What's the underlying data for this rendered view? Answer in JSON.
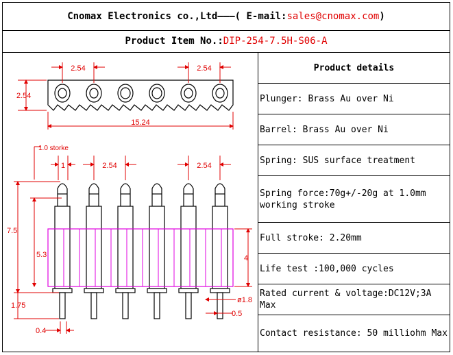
{
  "header": {
    "company": "Cnomax Electronics co.,Ltd",
    "dash": "———( E-mail: ",
    "email": "sales@cnomax.com",
    "close": ")"
  },
  "item": {
    "label": "Product Item No.: ",
    "number": "DIP-254-7.5H-S06-A"
  },
  "details": {
    "title": "Product details",
    "rows": [
      "Plunger: Brass Au over Ni",
      "Barrel: Brass Au over Ni",
      "Spring: SUS surface treatment",
      "Spring force:70g+/-20g at 1.0mm working stroke",
      "Full stroke: 2.20mm",
      "Life test :100,000 cycles",
      "Rated current & voltage:DC12V;3A Max",
      "Contact resistance: 50 milliohm Max"
    ]
  },
  "drawing": {
    "top_pitch_left": "2.54",
    "top_pitch_right": "2.54",
    "top_height": "2.54",
    "top_length": "15.24",
    "stroke_note": "1.0 storke",
    "side_pin_width": "1",
    "side_pitch_left": "2.54",
    "side_pitch_right": "2.54",
    "dim_7_5": "7.5",
    "dim_5_3": "5.3",
    "dim_4": "4",
    "dim_1_75": "1.75",
    "dim_0_4": "0.4",
    "dim_1_8": "ø1.8",
    "dim_0_5": "0.5",
    "colors": {
      "dim": "#e00000",
      "body": "#e000e0",
      "line": "#000000"
    }
  }
}
